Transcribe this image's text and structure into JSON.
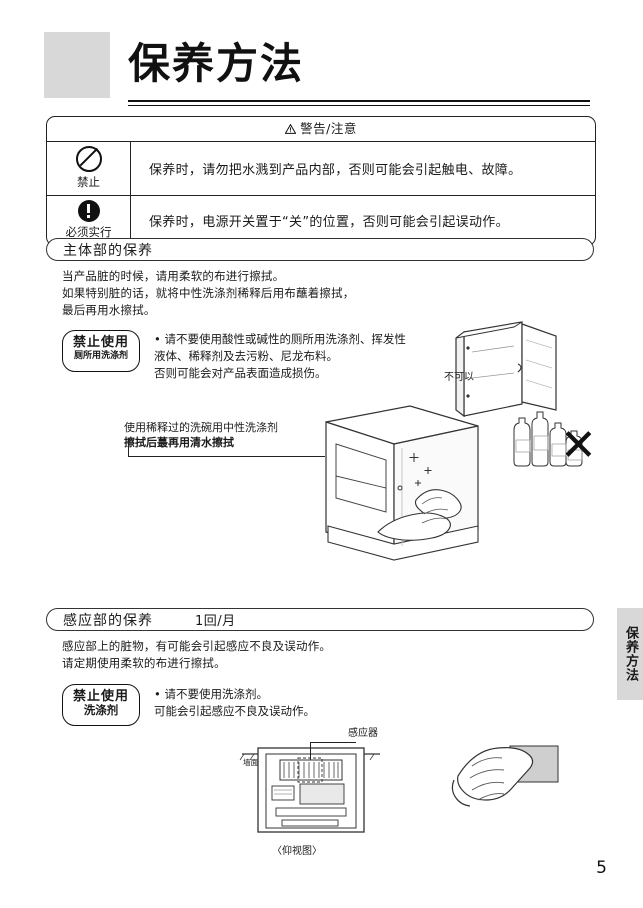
{
  "page": {
    "number": "5",
    "title": "保养方法",
    "side_tab": "保养方法"
  },
  "warning_table": {
    "header": "警告/注意",
    "header_icon": "warning-triangle-icon",
    "rows": [
      {
        "icon": "prohibit-icon",
        "icon_label": "禁止",
        "text": "保养时，请勿把水溅到产品内部，否则可能会引起触电、故障。"
      },
      {
        "icon": "mandatory-icon",
        "icon_label": "必须实行",
        "text": "保养时，电源开关置于“关”的位置，否则可能会引起误动作。"
      }
    ]
  },
  "section_body": {
    "title": "主体部的保养",
    "paragraph": "当产品脏的时候，请用柔软的布进行擦拭。\n如果特别脏的话，就将中性洗涤剂稀释后用布蘸着擦拭，\n最后再用水擦拭。",
    "badge": {
      "line1": "禁止使用",
      "line2": "厕所用洗涤剂"
    },
    "bullets": "• 请不要使用酸性或碱性的厕所用洗涤剂、挥发性\n  液体、稀释剂及去污粉、尼龙布料。\n  否则可能会对产品表面造成损伤。",
    "figure_label_no": "不可以",
    "callout_line1": "使用稀释过的洗碗用中性洗涤剂",
    "callout_line2": "擦拭后蕞再用清水擦拭",
    "cross_mark": "✕"
  },
  "section_sensor": {
    "title": "感应部的保养",
    "frequency": "1回/月",
    "paragraph": "感应部上的脏物，有可能会引起感应不良及误动作。\n请定期使用柔软的布进行擦拭。",
    "badge": {
      "line1": "禁止使用",
      "line2": "洗涤剂"
    },
    "bullets": "• 请不要使用洗涤剂。\n   可能会引起感应不良及误动作。",
    "figure_label_sensor": "感应器",
    "figure_label_wall": "墙面",
    "figure_caption": "〈仰视图〉"
  }
}
